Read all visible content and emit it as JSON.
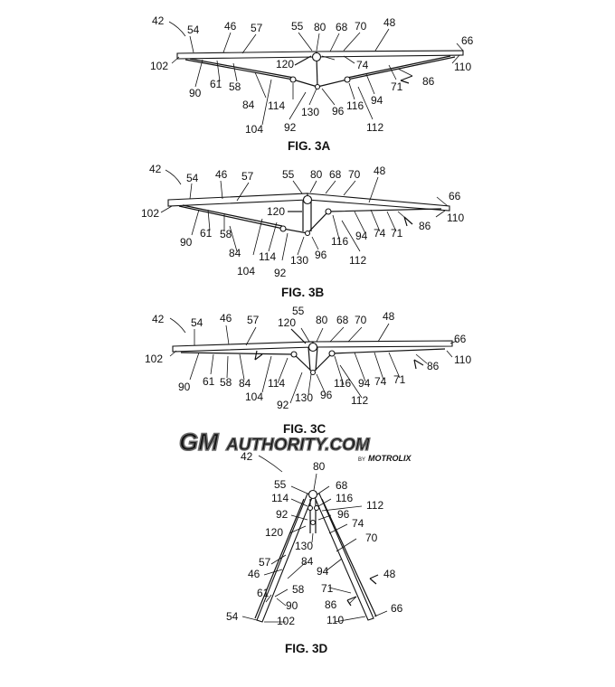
{
  "figures": {
    "fig3a": {
      "caption": "FIG. 3A",
      "labels": {
        "l42": "42",
        "l54": "54",
        "l46": "46",
        "l57": "57",
        "l55": "55",
        "l80": "80",
        "l68": "68",
        "l70": "70",
        "l48": "48",
        "l66": "66",
        "l102": "102",
        "l120": "120",
        "l74": "74",
        "l110": "110",
        "l90": "90",
        "l61": "61",
        "l58": "58",
        "l84": "84",
        "l114": "114",
        "l130": "130",
        "l96": "96",
        "l116": "116",
        "l94": "94",
        "l71": "71",
        "l86": "86",
        "l104": "104",
        "l92": "92",
        "l112": "112"
      }
    },
    "fig3b": {
      "caption": "FIG. 3B",
      "labels": {
        "l42": "42",
        "l54": "54",
        "l46": "46",
        "l57": "57",
        "l55": "55",
        "l80": "80",
        "l68": "68",
        "l70": "70",
        "l48": "48",
        "l66": "66",
        "l102": "102",
        "l120": "120",
        "l110": "110",
        "l90": "90",
        "l61": "61",
        "l58": "58",
        "l84": "84",
        "l114": "114",
        "l130": "130",
        "l96": "96",
        "l116": "116",
        "l94": "94",
        "l74": "74",
        "l71": "71",
        "l86": "86",
        "l104": "104",
        "l92": "92",
        "l112": "112"
      }
    },
    "fig3c": {
      "caption": "FIG. 3C",
      "labels": {
        "l42": "42",
        "l54": "54",
        "l46": "46",
        "l57": "57",
        "l55": "55",
        "l120": "120",
        "l80": "80",
        "l68": "68",
        "l70": "70",
        "l48": "48",
        "l66": "66",
        "l102": "102",
        "l110": "110",
        "l90": "90",
        "l61": "61",
        "l58": "58",
        "l84": "84",
        "l114": "114",
        "l116": "116",
        "l94": "94",
        "l74": "74",
        "l71": "71",
        "l86": "86",
        "l104": "104",
        "l92": "92",
        "l130": "130",
        "l96": "96",
        "l112": "112"
      }
    },
    "fig3d": {
      "caption": "FIG. 3D",
      "labels": {
        "l42": "42",
        "l80": "80",
        "l55": "55",
        "l68": "68",
        "l114": "114",
        "l116": "116",
        "l112": "112",
        "l92": "92",
        "l96": "96",
        "l74": "74",
        "l120": "120",
        "l70": "70",
        "l130": "130",
        "l57": "57",
        "l84": "84",
        "l46": "46",
        "l94": "94",
        "l48": "48",
        "l58": "58",
        "l61": "61",
        "l71": "71",
        "l90": "90",
        "l86": "86",
        "l66": "66",
        "l54": "54",
        "l102": "102",
        "l110": "110"
      }
    }
  },
  "watermark": {
    "brand_bold": "GM",
    "brand_rest": "AUTHORITY.COM",
    "by": "BY",
    "partner": "MOTROLIX",
    "color": "#6b6b6b"
  }
}
